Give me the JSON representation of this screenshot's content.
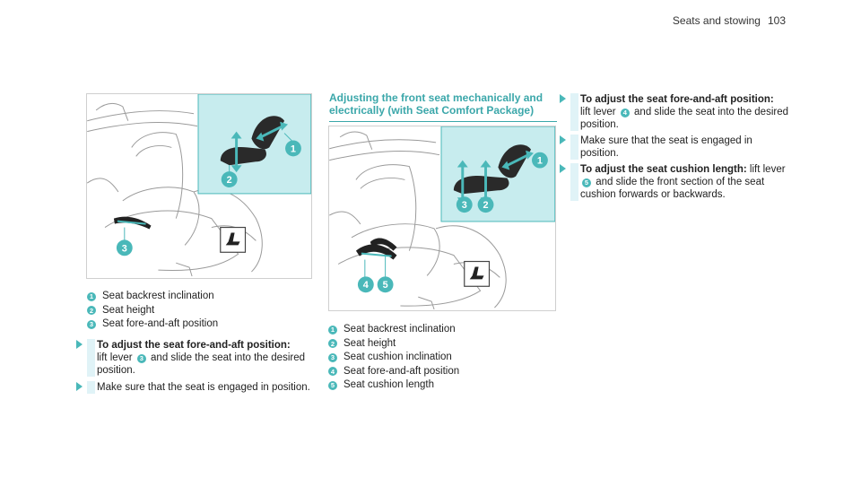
{
  "header": {
    "section": "Seats and stowing",
    "page": "103"
  },
  "left": {
    "legend": [
      {
        "num": "1",
        "text": "Seat backrest inclination"
      },
      {
        "num": "2",
        "text": "Seat height"
      },
      {
        "num": "3",
        "text": "Seat fore-and-aft position"
      }
    ],
    "figure_callouts": [
      "1",
      "2",
      "3"
    ],
    "steps": [
      {
        "lead": "To adjust the seat fore-and-aft position:",
        "pre": "lift lever",
        "ref": "3",
        "post": "and slide the seat into the desired position."
      },
      {
        "text": "Make sure that the seat is engaged in position."
      }
    ]
  },
  "middle": {
    "title": "Adjusting the front seat mechanically and electrically (with Seat Comfort Package)",
    "figure_callouts": [
      "1",
      "3",
      "2",
      "4",
      "5"
    ],
    "legend": [
      {
        "num": "1",
        "text": "Seat backrest inclination"
      },
      {
        "num": "2",
        "text": "Seat height"
      },
      {
        "num": "3",
        "text": "Seat cushion inclination"
      },
      {
        "num": "4",
        "text": "Seat fore-and-aft position"
      },
      {
        "num": "5",
        "text": "Seat cushion length"
      }
    ]
  },
  "right": {
    "steps": [
      {
        "lead": "To adjust the seat fore-and-aft position:",
        "pre": "lift lever",
        "ref": "4",
        "post": "and slide the seat into the desired position."
      },
      {
        "text": "Make sure that the seat is engaged in position."
      },
      {
        "lead": "To adjust the seat cushion length:",
        "pre": "lift lever",
        "ref": "5",
        "post": "and slide the front section of the seat cushion forwards or backwards."
      }
    ]
  },
  "colors": {
    "accent": "#4ab8b9",
    "panel": "#c7ecee",
    "hint_bar": "#e0f3f7",
    "title": "#3ba7aa"
  }
}
